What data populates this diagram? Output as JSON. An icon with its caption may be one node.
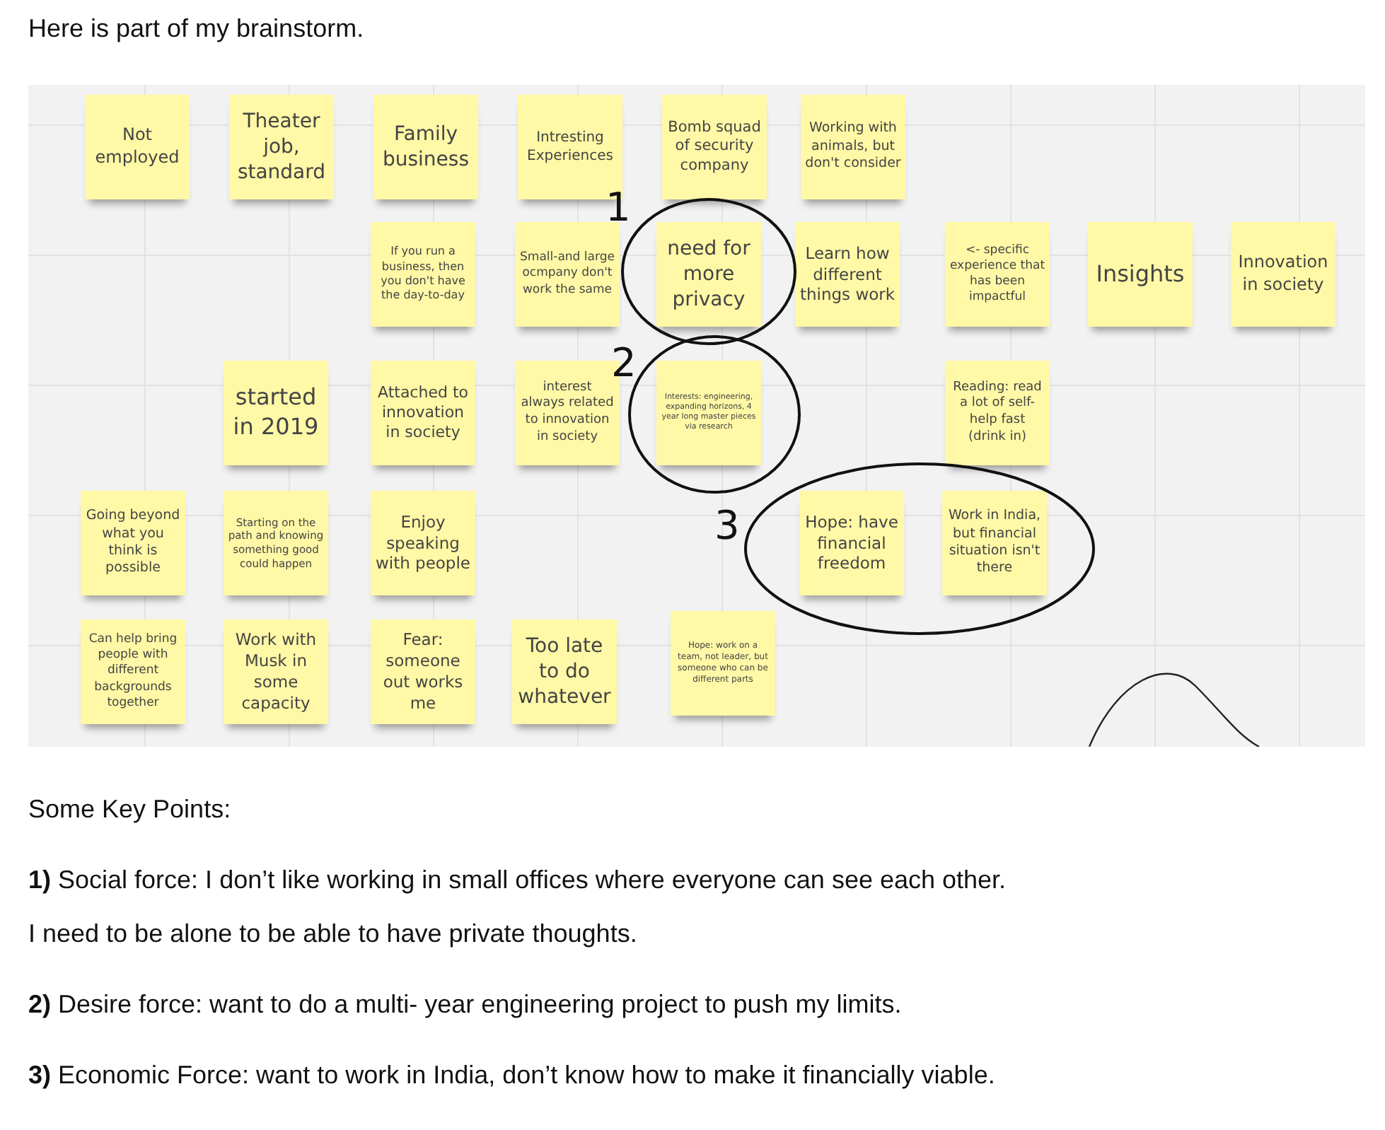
{
  "diagram": {
    "title": "Here is part of my brainstorm.",
    "nodes": [
      {
        "text": [
          "Not employed"
        ]
      },
      {
        "text": [
          "Theater job, standard"
        ]
      },
      {
        "text": [
          "Family business"
        ]
      },
      {
        "text": [
          "Intresting Experiences"
        ]
      },
      {
        "text": [
          "Bomb squad of security company"
        ]
      },
      {
        "text": [
          "Working with animals, but don't consider"
        ]
      },
      {
        "text": [
          "If you run a business, then you don't have the day-to-day"
        ]
      },
      {
        "text": [
          "Small-and large ocmpany don't work the same"
        ]
      },
      {
        "text": [],
        "shape": "ellipse"
      },
      {
        "text": [
          "need for more privacy"
        ],
        "in": 8
      },
      {
        "text": [
          "Learn how different things work"
        ]
      },
      {
        "text": [
          "<- specific experience that has been impactful"
        ]
      },
      {
        "text": [
          "Insights"
        ]
      },
      {
        "text": [
          "Innovation in society"
        ]
      },
      {
        "text": [
          "started in 2019"
        ]
      },
      {
        "text": [
          "Attached to innovation in society"
        ]
      },
      {
        "text": [
          "interest always related to innovation in society"
        ]
      },
      {
        "text": [],
        "shape": "ellipse"
      },
      {
        "text": [
          "Interests: engineering, expanding horizons, 4 year long master pieces via research"
        ],
        "in": 17
      },
      {
        "text": [
          "Reading: read a lot of self-help fast (drink in)"
        ]
      },
      {
        "text": [
          "Going beyond what you think is possible"
        ]
      },
      {
        "text": [
          "Starting on the path and knowing something good could happen"
        ]
      },
      {
        "text": [
          "Enjoy speaking with people"
        ]
      },
      {
        "text": [],
        "shape": "ellipse"
      },
      {
        "text": [
          "Hope: have financial freedom"
        ],
        "in": 23
      },
      {
        "text": [
          "Work in India, but financial situation isn't there"
        ],
        "in": 23
      },
      {
        "text": [
          "Can help bring people with different backgrounds together"
        ]
      },
      {
        "text": [
          "Work with Musk in some capacity"
        ]
      },
      {
        "text": [
          "Fear: someone out works me"
        ]
      },
      {
        "text": [
          "Too late to do whatever"
        ]
      },
      {
        "text": [
          "Hope: work on a team, not leader, but someone who can be different parts"
        ]
      }
    ],
    "labels": [
      "1",
      "2",
      "3",
      "Some Key Points:",
      "**1)** Social force: I don’t like working in small offices where everyone can see each other.",
      "I need to be alone to be able to have private thoughts.",
      "**2)** Desire force: want to do a multi- year engineering project to push my limits.",
      "**3)** Economic Force: want to work in India, don’t know how to make it financially viable."
    ]
  }
}
